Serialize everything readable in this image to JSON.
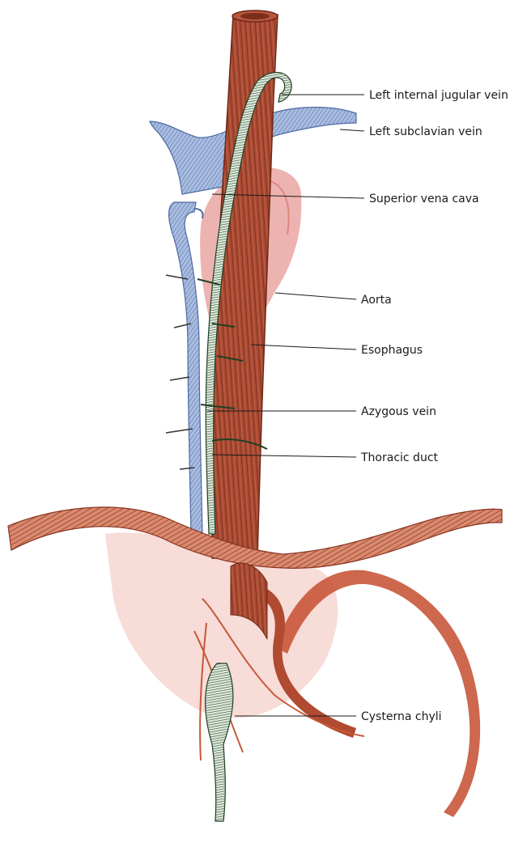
{
  "labels": {
    "left_internal_jugular_vein": "Left internal jugular vein",
    "left_subclavian_vein": "Left subclavian vein",
    "superior_vena_cava": "Superior vena cava",
    "aorta": "Aorta",
    "esophagus": "Esophagus",
    "azygous_vein": "Azygous vein",
    "thoracic_duct": "Thoracic duct",
    "cysterna_chyli": "Cysterna chyli"
  },
  "colors": {
    "esophagus": "#a94a33",
    "esophagus_dark": "#7a2e1c",
    "aorta": "#e79a95",
    "vein": "#8aa3cf",
    "vein_dark": "#4d6aa3",
    "thoracic_duct": "#4f7f4f",
    "thoracic_duct_dark": "#1f3f22",
    "diaphragm": "#b85033",
    "stomach": "#c8573a",
    "shadow": "#f2c4bd"
  }
}
